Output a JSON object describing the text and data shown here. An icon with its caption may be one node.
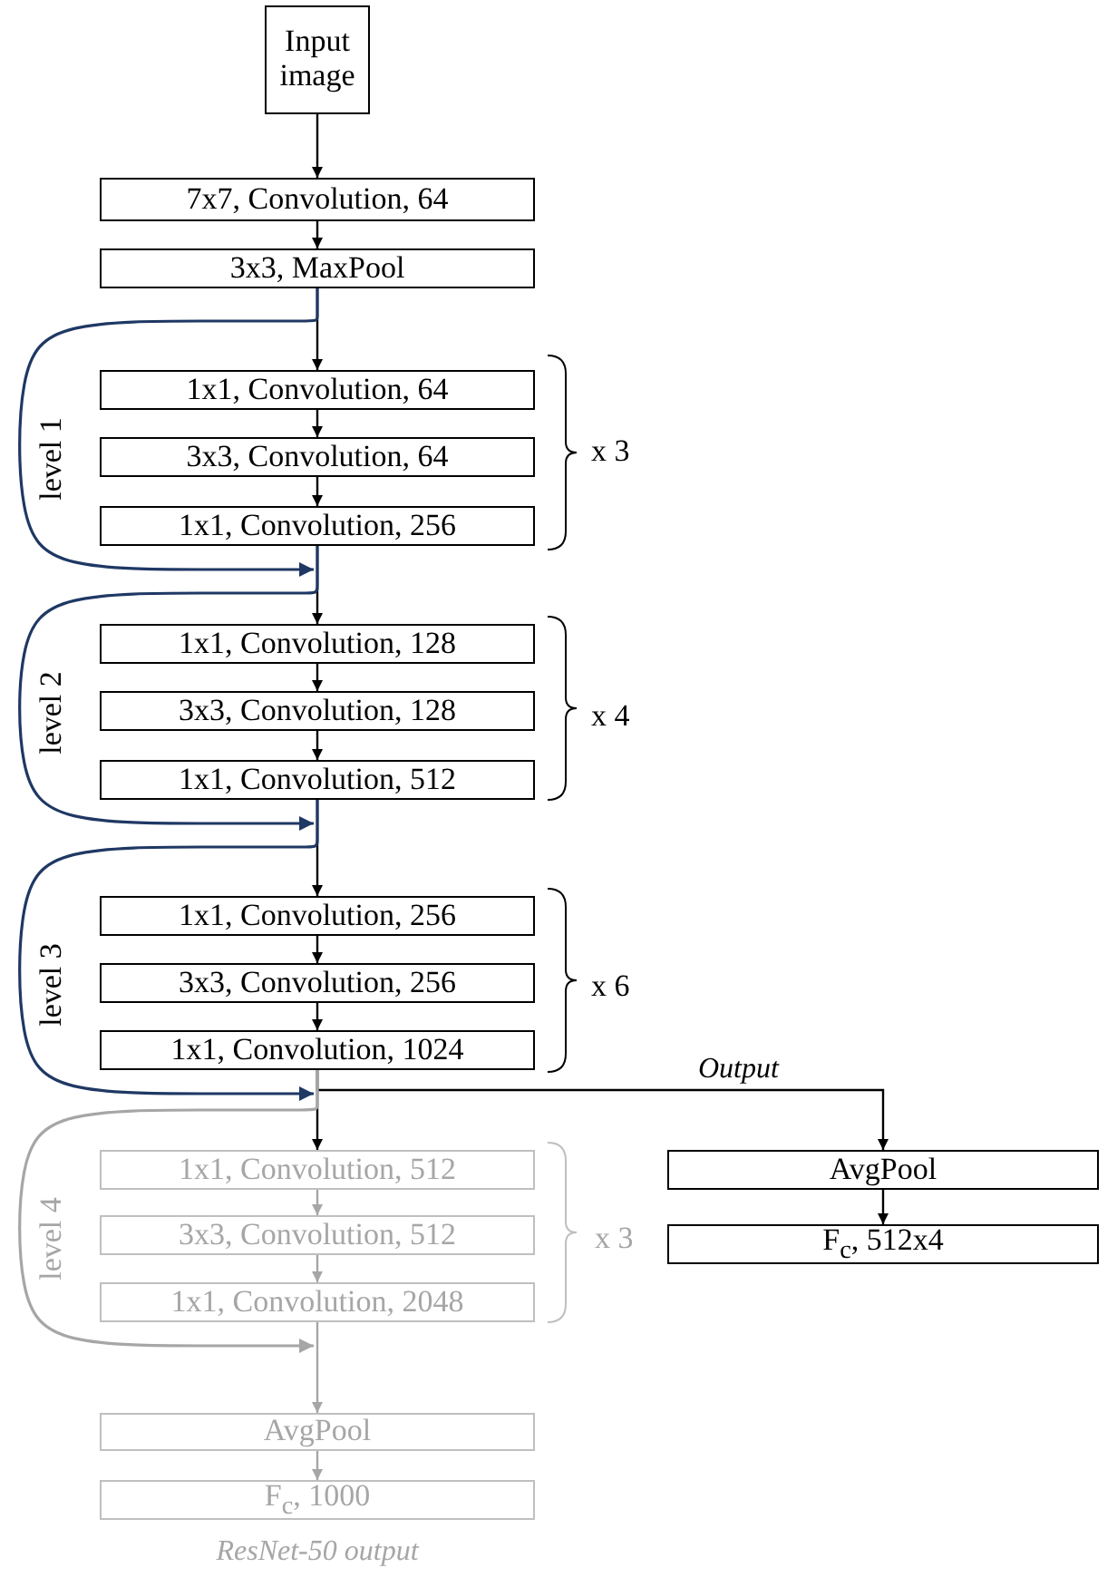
{
  "diagram": {
    "nodes": [
      {
        "text": [
          "Input image"
        ]
      },
      {
        "text": [
          "7x7, Convolution, 64"
        ]
      },
      {
        "text": [
          "3x3, MaxPool"
        ]
      },
      {
        "text": [
          "1x1, Convolution, 64"
        ]
      },
      {
        "text": [
          "3x3, Convolution, 64"
        ]
      },
      {
        "text": [
          "1x1, Convolution, 256"
        ]
      },
      {
        "text": [
          "1x1, Convolution, 128"
        ]
      },
      {
        "text": [
          "3x3, Convolution, 128"
        ]
      },
      {
        "text": [
          "1x1, Convolution, 512"
        ]
      },
      {
        "text": [
          "1x1, Convolution, 256"
        ]
      },
      {
        "text": [
          "3x3, Convolution, 256"
        ]
      },
      {
        "text": [
          "1x1, Convolution, 1024"
        ]
      },
      {
        "text": [
          "1x1, Convolution, 512"
        ]
      },
      {
        "text": [
          "3x3, Convolution, 512"
        ]
      },
      {
        "text": [
          "1x1, Convolution, 2048"
        ]
      },
      {
        "text": [
          "AvgPool"
        ]
      },
      {
        "text": [
          "F$_{c}$, 1000"
        ],
        "beside": [
          "ResNet-50 output"
        ]
      },
      {
        "text": [
          "AvgPool"
        ]
      },
      {
        "text": [
          "F$_{c}$, 512x4"
        ]
      }
    ],
    "edges": [
      {
        "from": 0,
        "to": 1,
        "arrow": "to"
      },
      {
        "from": 1,
        "to": 2,
        "arrow": "to"
      },
      {
        "from": 2,
        "to": 3,
        "arrow": "to"
      },
      {
        "from": 3,
        "to": 4,
        "arrow": "to"
      },
      {
        "from": 4,
        "to": 5,
        "arrow": "to"
      },
      {
        "from": 5,
        "to": 6,
        "arrow": "to"
      },
      {
        "from": 6,
        "to": 7,
        "arrow": "to"
      },
      {
        "from": 7,
        "to": 8,
        "arrow": "to"
      },
      {
        "from": 8,
        "to": 9,
        "arrow": "to"
      },
      {
        "from": 9,
        "to": 10,
        "arrow": "to"
      },
      {
        "from": 10,
        "to": 11,
        "arrow": "to"
      },
      {
        "from": 11,
        "to": 12,
        "arrow": "to"
      },
      {
        "from": 12,
        "to": 13,
        "arrow": "to",
        "color": "#a6a6a6"
      },
      {
        "from": 13,
        "to": 14,
        "arrow": "to",
        "color": "#a6a6a6"
      },
      {
        "from": 14,
        "to": 15,
        "arrow": "to",
        "color": "#a6a6a6"
      },
      {
        "from": 15,
        "to": 16,
        "arrow": "to",
        "color": "#a6a6a6"
      },
      {
        "from": 11,
        "to": 17,
        "arrow": "to",
        "label": "Output"
      },
      {
        "from": 17,
        "to": 18,
        "arrow": "to"
      },
      {
        "from": 2,
        "to": 5,
        "arrow": "to",
        "color": "#1f3864"
      },
      {
        "from": 5,
        "to": 8,
        "arrow": "to",
        "color": "#1f3864"
      },
      {
        "from": 8,
        "to": 11,
        "arrow": "to",
        "color": "#1f3864"
      },
      {
        "from": 11,
        "to": 14,
        "arrow": "to",
        "color": "#a6a6a6"
      }
    ],
    "labels": [
      "level 1",
      "x 3",
      "level 2",
      "x 4",
      "level 3",
      "x 6",
      "level 4",
      "x 3"
    ]
  }
}
